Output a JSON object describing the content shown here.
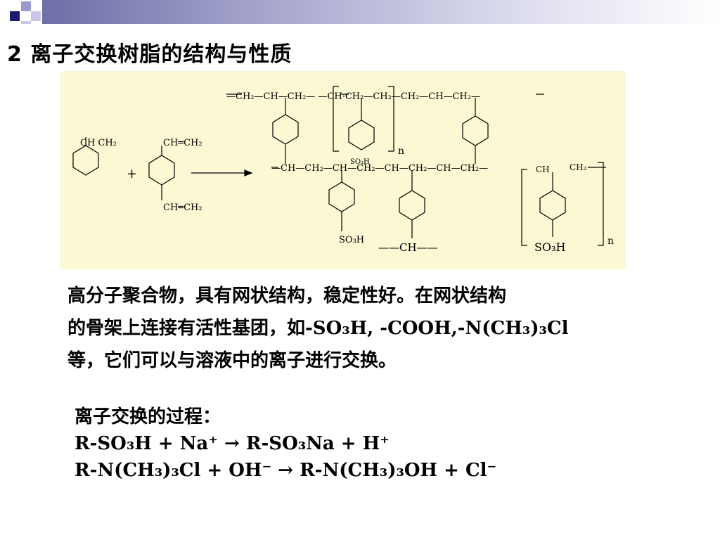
{
  "slide": {
    "title": "2 离子交换树脂的结构与性质"
  },
  "diagram": {
    "monomer1": {
      "label": "CH CH₂"
    },
    "monomer2": {
      "top_label": "CH═CH₂",
      "bottom_label": "CH═CH₂"
    },
    "plus": "+",
    "top_chain": "—CH₂—CH—CH₂— —CH·CH₂—CH₂—CH₂—CH—CH₂—",
    "top_ring_sub": "SO₃H",
    "n1": "n",
    "mid_chain": "—CH—CH₂—CH—CH₂—CH—CH₂—CH—CH₂—",
    "mid_right_ch": "CH",
    "mid_right_ch2": "CH₂",
    "sub_left": "SO₃H",
    "sub_center": "——CH——",
    "sub_right": "SO₃H",
    "n2": "n"
  },
  "paragraph": {
    "line1": "高分子聚合物，具有网状结构，稳定性好。在网状结构",
    "line2_text": "的骨架上连接有活性基团，如",
    "line2_formula": "-SO₃H, -COOH,-N(CH₃)₃Cl",
    "line3": "等，它们可以与溶液中的离子进行交换。"
  },
  "process": {
    "heading": "离子交换的过程：",
    "eq1": "R-SO₃H + Na⁺ → R-SO₃Na + H⁺",
    "eq2": "R-N(CH₃)₃Cl + OH⁻ → R-N(CH₃)₃OH + Cl⁻"
  },
  "colors": {
    "diagram_bg": "#fbf8d4",
    "accent_dark": "#1c1c6e",
    "accent_mid": "#7a7ab8",
    "accent_light": "#c8c8e4"
  }
}
